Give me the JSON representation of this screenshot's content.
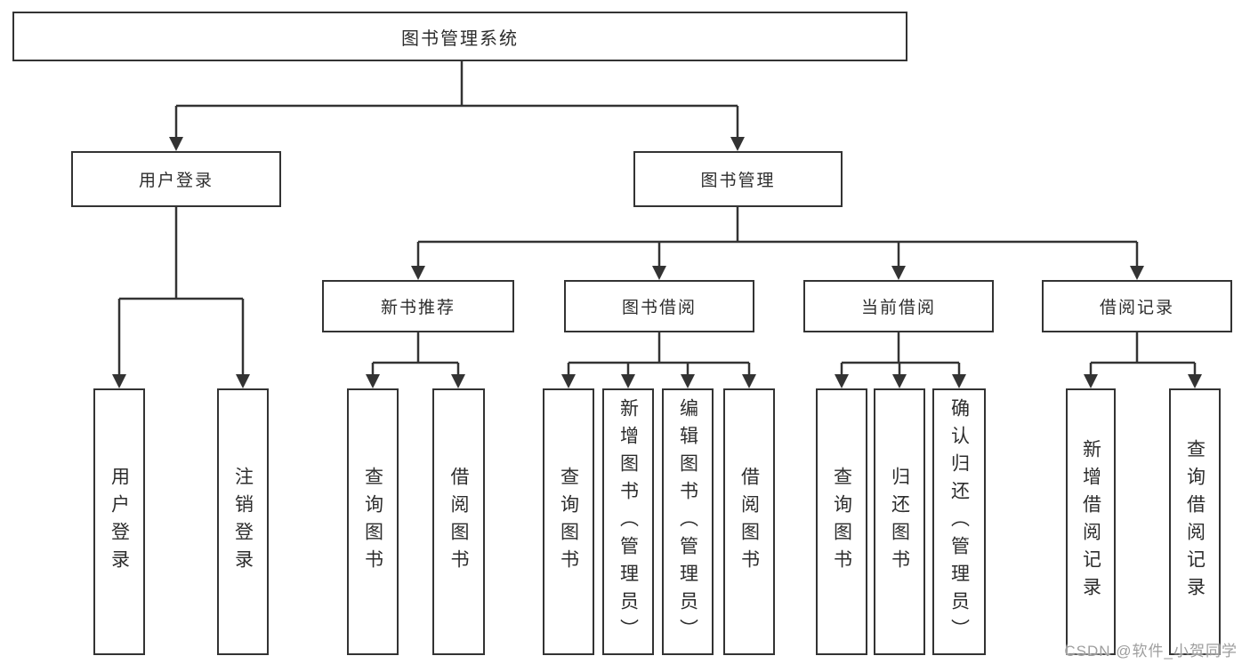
{
  "tree": {
    "label": "图书管理系统",
    "children": [
      {
        "label": "用户登录",
        "children": [
          {
            "label": "用户登录"
          },
          {
            "label": "注销登录"
          }
        ]
      },
      {
        "label": "图书管理",
        "children": [
          {
            "label": "新书推荐",
            "children": [
              {
                "label": "查询图书"
              },
              {
                "label": "借阅图书"
              }
            ]
          },
          {
            "label": "图书借阅",
            "children": [
              {
                "label": "查询图书"
              },
              {
                "label": "新增图书（管理员）"
              },
              {
                "label": "编辑图书（管理员）"
              },
              {
                "label": "借阅图书"
              }
            ]
          },
          {
            "label": "当前借阅",
            "children": [
              {
                "label": "查询图书"
              },
              {
                "label": "归还图书"
              },
              {
                "label": "确认归还（管理员）"
              }
            ]
          },
          {
            "label": "借阅记录",
            "children": [
              {
                "label": "新增借阅记录"
              },
              {
                "label": "查询借阅记录"
              }
            ]
          }
        ]
      }
    ]
  },
  "watermark": {
    "text": "CSDN @软件_小贺同学"
  },
  "colors": {
    "line": "#333333",
    "text": "#2d2d2d",
    "watermark": "#9e9e9e",
    "background": "#ffffff"
  }
}
